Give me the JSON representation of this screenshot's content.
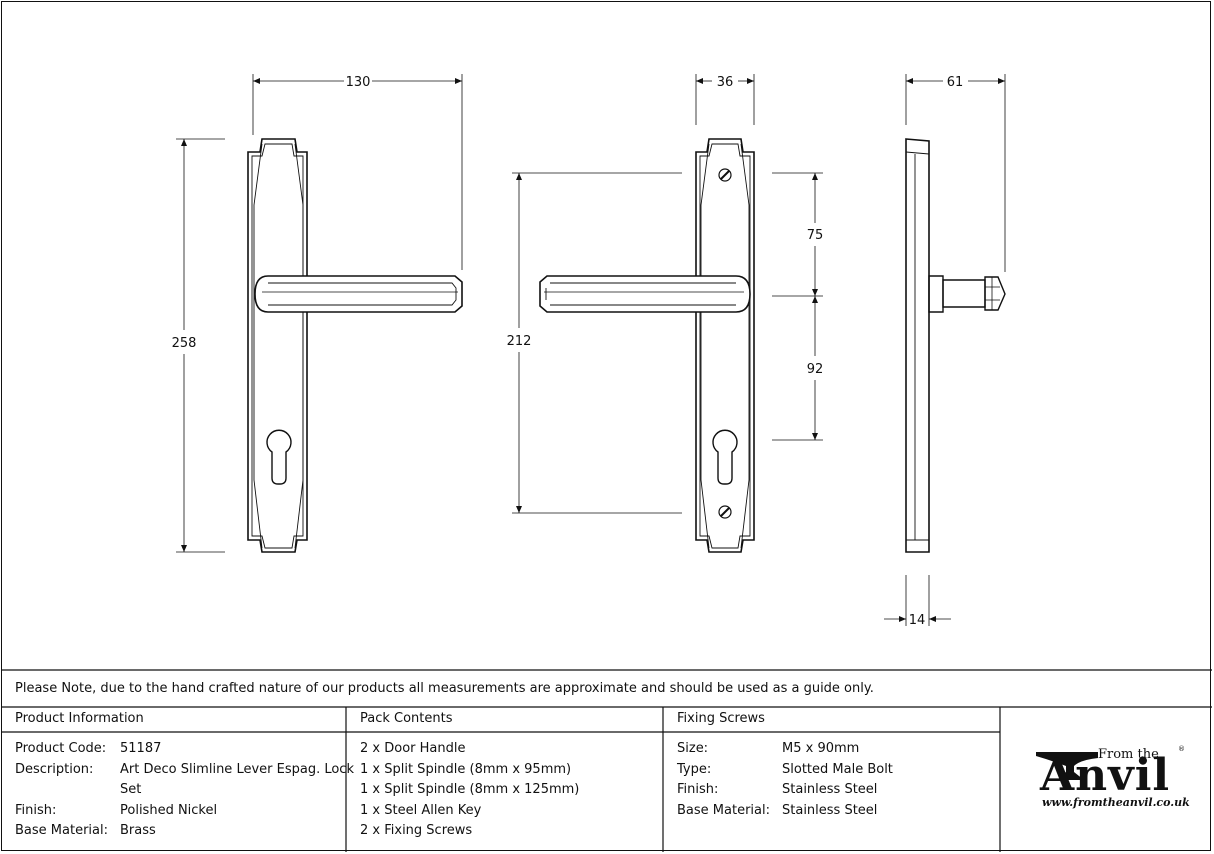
{
  "dimensions": {
    "front_width": "130",
    "front_height": "258",
    "back_width": "36",
    "back_height": "212",
    "back_upper_spacing": "75",
    "back_lower_spacing": "92",
    "side_projection": "61",
    "side_thickness": "14"
  },
  "note": "Please Note, due to the hand crafted nature of our products all measurements are approximate and should be used as a guide only.",
  "product_info": {
    "heading": "Product Information",
    "rows": [
      {
        "label": "Product Code:",
        "value": "51187"
      },
      {
        "label": "Description:",
        "value": "Art Deco Slimline Lever Espag. Lock"
      },
      {
        "label": "",
        "value": "Set"
      },
      {
        "label": "Finish:",
        "value": "Polished Nickel"
      },
      {
        "label": "Base Material:",
        "value": "Brass"
      }
    ]
  },
  "pack_contents": {
    "heading": "Pack Contents",
    "items": [
      "2 x Door Handle",
      "1 x Split Spindle (8mm x 95mm)",
      "1 x Split Spindle (8mm x 125mm)",
      "1 x Steel Allen Key",
      "2 x Fixing Screws"
    ]
  },
  "fixing_screws": {
    "heading": "Fixing Screws",
    "rows": [
      {
        "label": "Size:",
        "value": "M5 x 90mm"
      },
      {
        "label": "Type:",
        "value": "Slotted Male Bolt"
      },
      {
        "label": "Finish:",
        "value": "Stainless Steel"
      },
      {
        "label": "Base Material:",
        "value": "Stainless Steel"
      }
    ]
  },
  "logo": {
    "from_the": "From the",
    "wordmark": "Anvil",
    "registered": "®",
    "url": "www.fromtheanvil.co.uk",
    "icon": "anvil-icon"
  }
}
